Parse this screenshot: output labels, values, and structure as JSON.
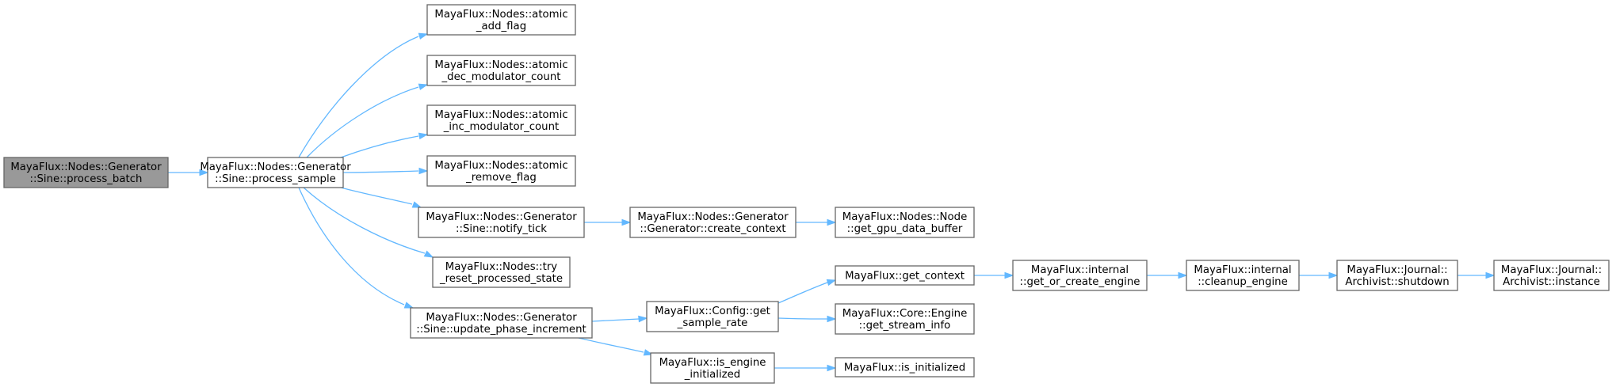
{
  "diagram": {
    "title": "call graph",
    "colors": {
      "edge": "#63b8ff",
      "root_fill": "#999999",
      "node_fill": "#ffffff",
      "node_border": "#666666"
    },
    "nodes": [
      {
        "id": "n_process_batch",
        "lines": [
          "MayaFlux::Nodes::Generator",
          "::Sine::process_batch"
        ],
        "root": true
      },
      {
        "id": "n_process_sample",
        "lines": [
          "MayaFlux::Nodes::Generator",
          "::Sine::process_sample"
        ]
      },
      {
        "id": "n_atomic_add_flag",
        "lines": [
          "MayaFlux::Nodes::atomic",
          "_add_flag"
        ]
      },
      {
        "id": "n_atomic_dec",
        "lines": [
          "MayaFlux::Nodes::atomic",
          "_dec_modulator_count"
        ]
      },
      {
        "id": "n_atomic_inc",
        "lines": [
          "MayaFlux::Nodes::atomic",
          "_inc_modulator_count"
        ]
      },
      {
        "id": "n_atomic_remove",
        "lines": [
          "MayaFlux::Nodes::atomic",
          "_remove_flag"
        ]
      },
      {
        "id": "n_notify_tick",
        "lines": [
          "MayaFlux::Nodes::Generator",
          "::Sine::notify_tick"
        ]
      },
      {
        "id": "n_try_reset",
        "lines": [
          "MayaFlux::Nodes::try",
          "_reset_processed_state"
        ]
      },
      {
        "id": "n_update_phase",
        "lines": [
          "MayaFlux::Nodes::Generator",
          "::Sine::update_phase_increment"
        ]
      },
      {
        "id": "n_create_context",
        "lines": [
          "MayaFlux::Nodes::Generator",
          "::Generator::create_context"
        ]
      },
      {
        "id": "n_gpu_buffer",
        "lines": [
          "MayaFlux::Nodes::Node",
          "::get_gpu_data_buffer"
        ]
      },
      {
        "id": "n_get_sample_rate",
        "lines": [
          "MayaFlux::Config::get",
          "_sample_rate"
        ]
      },
      {
        "id": "n_is_engine_init",
        "lines": [
          "MayaFlux::is_engine",
          "_initialized"
        ]
      },
      {
        "id": "n_get_context",
        "lines": [
          "MayaFlux::get_context"
        ]
      },
      {
        "id": "n_stream_info",
        "lines": [
          "MayaFlux::Core::Engine",
          "::get_stream_info"
        ]
      },
      {
        "id": "n_is_initialized",
        "lines": [
          "MayaFlux::is_initialized"
        ]
      },
      {
        "id": "n_get_or_create",
        "lines": [
          "MayaFlux::internal",
          "::get_or_create_engine"
        ]
      },
      {
        "id": "n_cleanup",
        "lines": [
          "MayaFlux::internal",
          "::cleanup_engine"
        ]
      },
      {
        "id": "n_shutdown",
        "lines": [
          "MayaFlux::Journal::",
          "Archivist::shutdown"
        ]
      },
      {
        "id": "n_instance",
        "lines": [
          "MayaFlux::Journal::",
          "Archivist::instance"
        ]
      }
    ],
    "edges": [
      {
        "from": "n_process_batch",
        "to": "n_process_sample"
      },
      {
        "from": "n_process_sample",
        "to": "n_atomic_add_flag"
      },
      {
        "from": "n_process_sample",
        "to": "n_atomic_dec"
      },
      {
        "from": "n_process_sample",
        "to": "n_atomic_inc"
      },
      {
        "from": "n_process_sample",
        "to": "n_atomic_remove"
      },
      {
        "from": "n_process_sample",
        "to": "n_notify_tick"
      },
      {
        "from": "n_process_sample",
        "to": "n_try_reset"
      },
      {
        "from": "n_process_sample",
        "to": "n_update_phase"
      },
      {
        "from": "n_notify_tick",
        "to": "n_create_context"
      },
      {
        "from": "n_create_context",
        "to": "n_gpu_buffer"
      },
      {
        "from": "n_update_phase",
        "to": "n_get_sample_rate"
      },
      {
        "from": "n_update_phase",
        "to": "n_is_engine_init"
      },
      {
        "from": "n_get_sample_rate",
        "to": "n_get_context"
      },
      {
        "from": "n_get_sample_rate",
        "to": "n_stream_info"
      },
      {
        "from": "n_is_engine_init",
        "to": "n_is_initialized"
      },
      {
        "from": "n_get_context",
        "to": "n_get_or_create"
      },
      {
        "from": "n_get_or_create",
        "to": "n_cleanup"
      },
      {
        "from": "n_cleanup",
        "to": "n_shutdown"
      },
      {
        "from": "n_shutdown",
        "to": "n_instance"
      }
    ]
  }
}
